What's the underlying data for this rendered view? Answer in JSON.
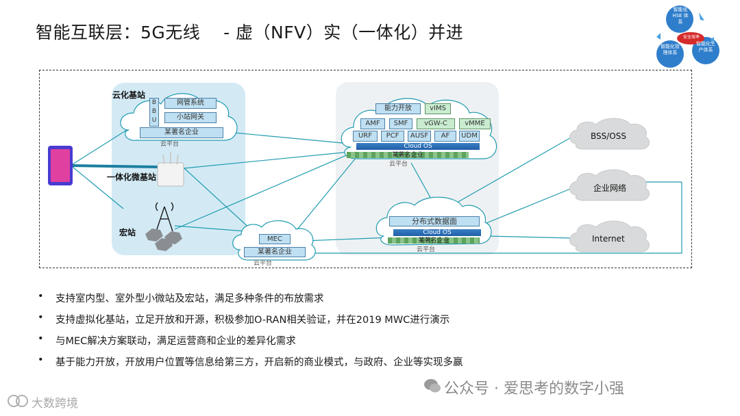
{
  "title": "智能互联层：5G无线    - 虚（NFV）实（一体化）并进",
  "logo": {
    "top_text": "智能化 HSE 体系",
    "center_text": "安全效率",
    "right_text": "智能化生产体系",
    "left_text": "智能化管理体系"
  },
  "left_panel": {
    "cloud_bs_label": "云化基站",
    "bbu_letters": [
      "B",
      "B",
      "U"
    ],
    "netmgmt": "网管系统",
    "small_gw": "小站网关",
    "cloud_platform": "某著名企业",
    "cloud_platform_sub": "云平台",
    "integrated_bs": "一体化微基站",
    "macro": "宏站"
  },
  "core": {
    "cap_open": "能力开放",
    "vims": "vIMS",
    "row1": [
      "AMF",
      "SMF",
      "vGW-C",
      "vMME"
    ],
    "row2": [
      "URF",
      "PCF",
      "AUSF",
      "AF",
      "UDM"
    ],
    "cloud_os": "Cloud OS",
    "platform": "某著名企业",
    "platform_sub": "云平台"
  },
  "mec": {
    "mec": "MEC",
    "platform": "某著名企业",
    "platform_sub": "云平台"
  },
  "distdb": {
    "name": "分布式数据面",
    "cloud_os": "Cloud OS",
    "platform": "某著名企业",
    "platform_sub": "云平台"
  },
  "external": {
    "bss": "BSS/OSS",
    "enterprise": "企业网络",
    "internet": "Internet"
  },
  "bullets": [
    "支持室内型、室外型小微站及宏站，满足多种条件的布放需求",
    "支持虚拟化基站，立足开放和开源，积极参加O-RAN相关验证，并在2019 MWC进行演示",
    "与MEC解决方案联动，满足运营商和企业的差异化需求",
    "基于能力开放，开放用户位置等信息给第三方，开启新的商业模式，与政府、企业等实现多赢"
  ],
  "bullet_mark": "•",
  "watermark": "公众号 · 爱思考的数字小强",
  "watermark2": "大数跨境",
  "colors": {
    "panel": "#d3eaf5",
    "link": "#1e9bb0",
    "box": "#bfe0f2",
    "cloud_os": "#2a6fb8"
  }
}
